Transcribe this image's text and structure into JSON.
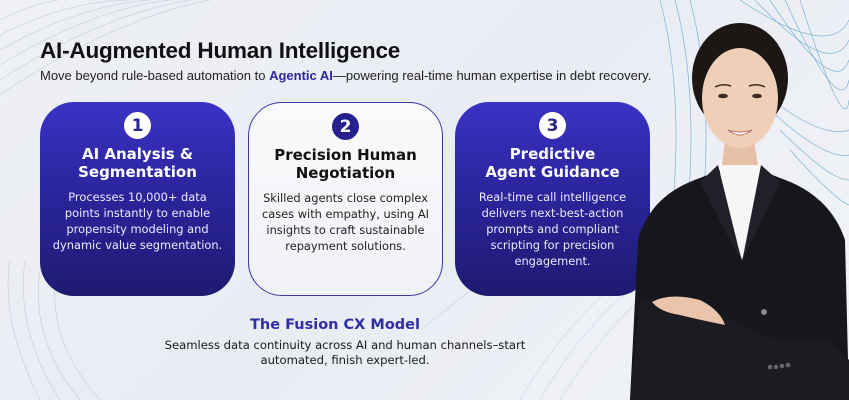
{
  "header": {
    "title": "AI-Augmented Human Intelligence",
    "subtitle_before": "Move beyond rule-based automation to ",
    "subtitle_highlight": "Agentic AI",
    "subtitle_after": "—powering real-time human expertise in debt recovery."
  },
  "cards": [
    {
      "number": "1",
      "title_line1": "AI Analysis &",
      "title_line2": "Segmentation",
      "body": "Processes 10,000+ data points instantly to enable propensity modeling and dynamic value segmentation.",
      "style": "dark"
    },
    {
      "number": "2",
      "title_line1": "Precision Human",
      "title_line2": "Negotiation",
      "body": "Skilled agents close complex cases with empathy, using AI insights to craft sustainable repayment solutions.",
      "style": "light"
    },
    {
      "number": "3",
      "title_line1": "Predictive",
      "title_line2": "Agent Guidance",
      "body": "Real-time call intelligence delivers next-best-action prompts and compliant scripting for precision engagement.",
      "style": "dark"
    }
  ],
  "footer": {
    "title": "The Fusion CX Model",
    "body_line1": "Seamless data continuity across AI and human channels–start",
    "body_line2": "automated, finish expert-led."
  },
  "image": {
    "description": "Smiling professional woman in black suit with arms crossed"
  },
  "colors": {
    "accent": "#2e2fa3",
    "card_dark_top": "#3a32c4",
    "card_dark_bottom": "#1d1b70",
    "background": "#eef0f5",
    "line_accent": "#5aa0c8"
  }
}
